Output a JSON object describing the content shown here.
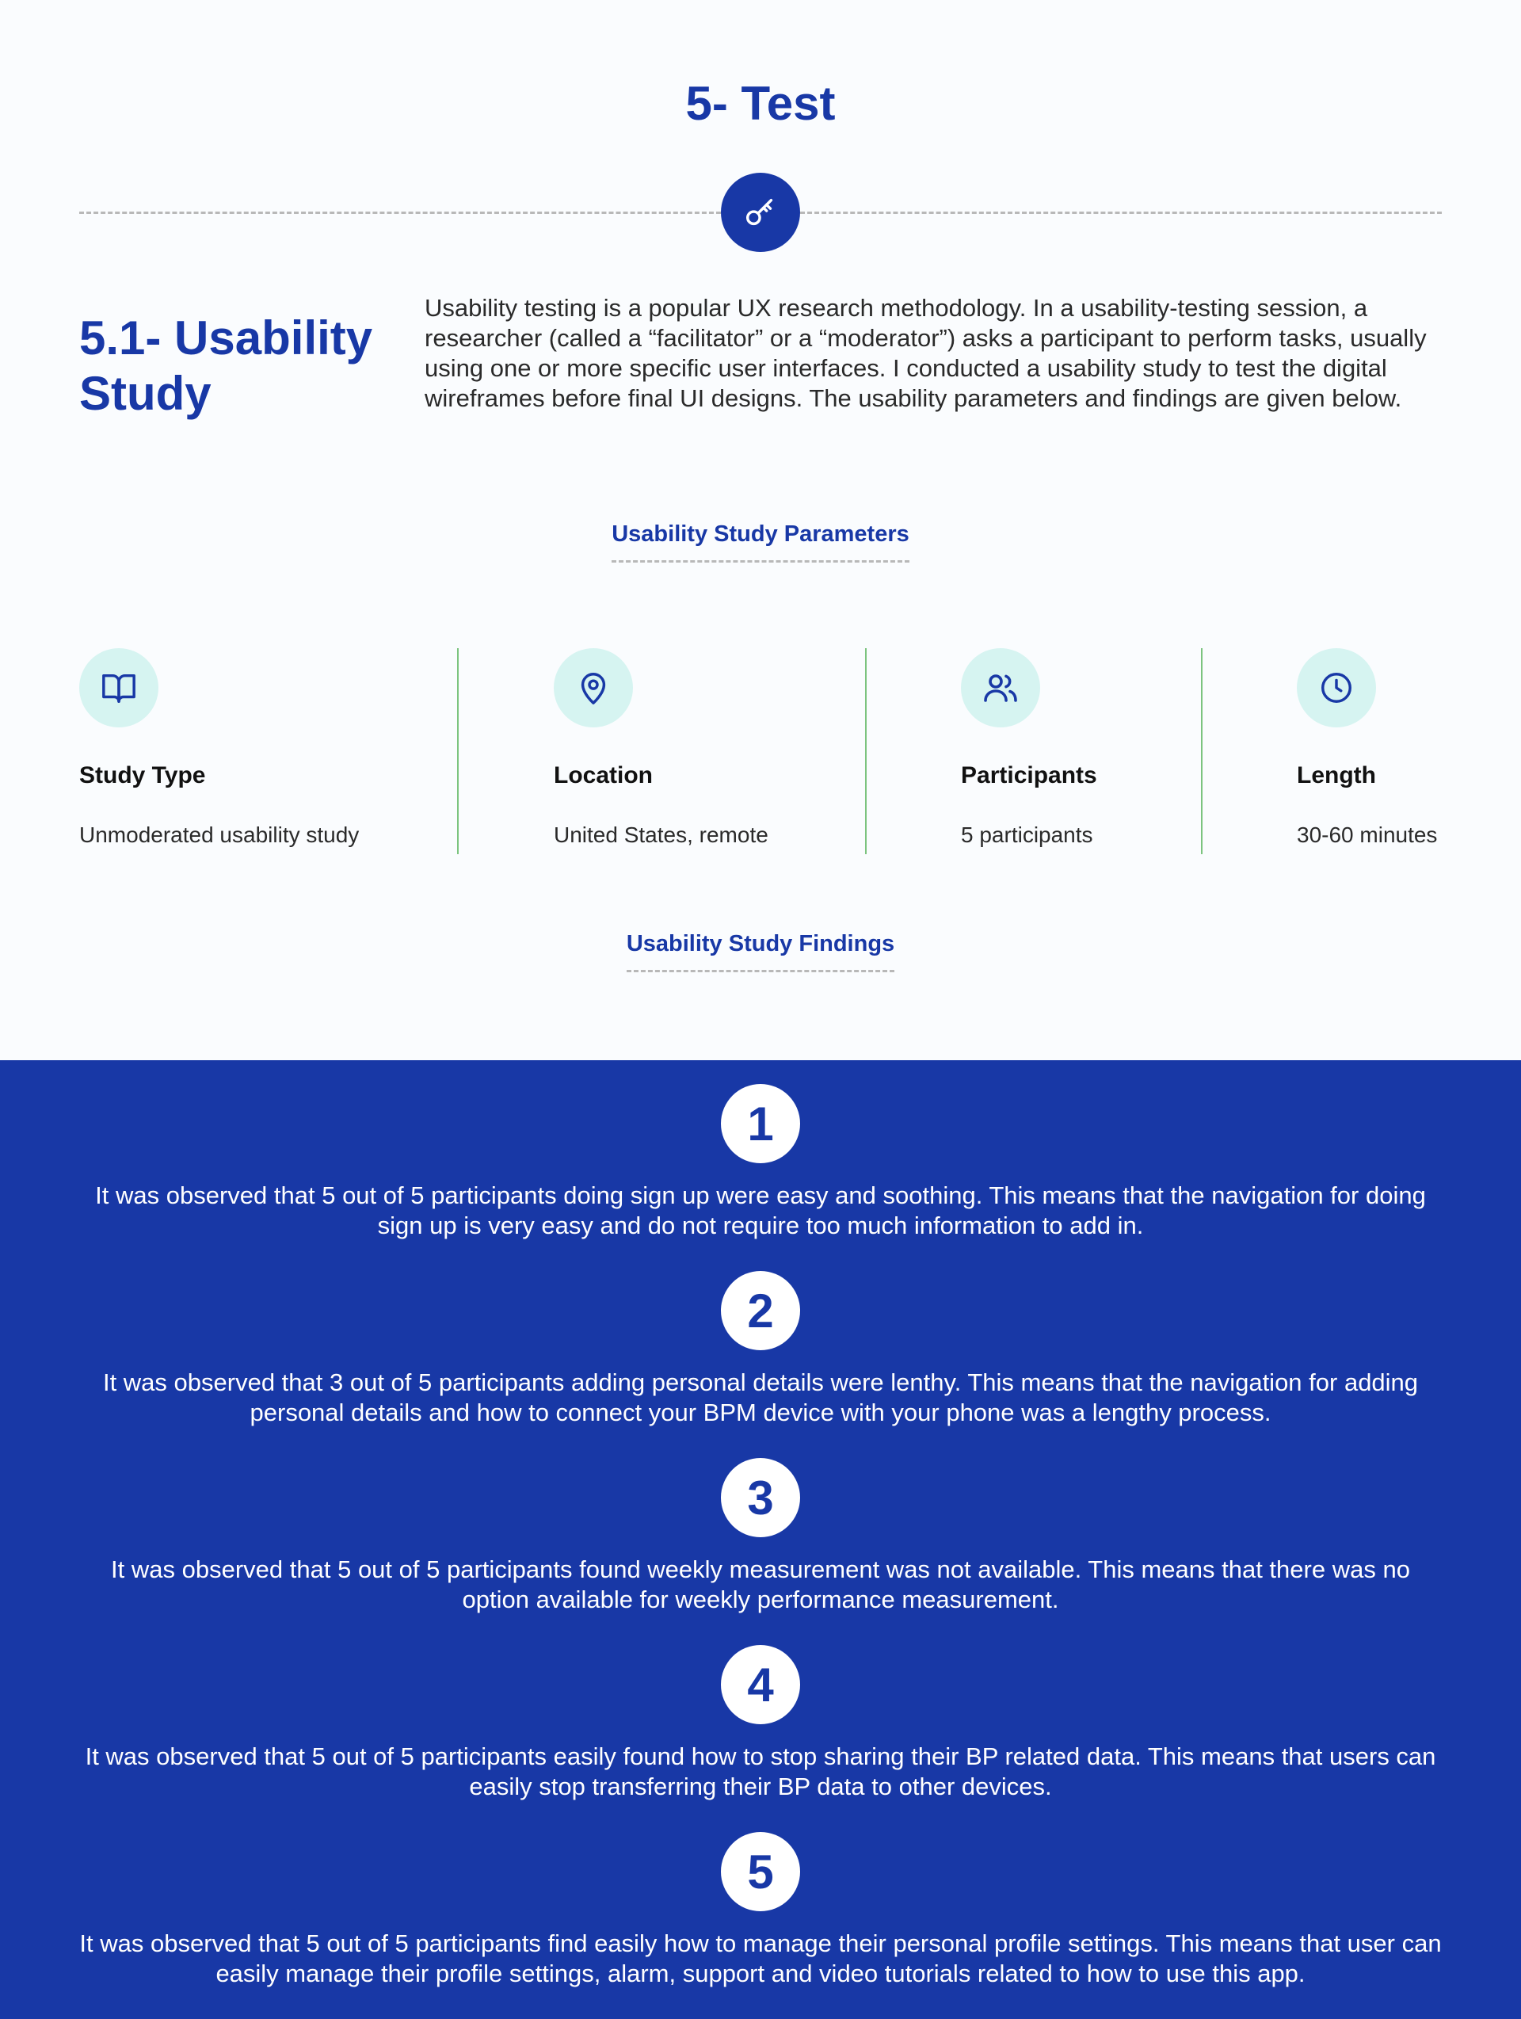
{
  "page": {
    "title": "5- Test",
    "divider_icon": "key-icon"
  },
  "section": {
    "title": "5.1- Usability Study",
    "body": "Usability testing is a popular UX research methodology. In a usability-testing session, a researcher (called a “facilitator” or a “moderator”) asks a participant to perform tasks, usually using one or more specific user interfaces. I conducted a usability study to test the digital wireframes before final UI designs. The usability parameters and findings are given below."
  },
  "parameters": {
    "heading": "Usability Study Parameters",
    "items": [
      {
        "icon": "book-icon",
        "label": "Study Type",
        "value": "Unmoderated usability study"
      },
      {
        "icon": "location-pin-icon",
        "label": "Location",
        "value": "United States, remote"
      },
      {
        "icon": "users-icon",
        "label": "Participants",
        "value": "5 participants"
      },
      {
        "icon": "clock-icon",
        "label": "Length",
        "value": "30-60 minutes"
      }
    ]
  },
  "findings": {
    "heading": "Usability Study Findings",
    "items": [
      {
        "number": "1",
        "text": "It was observed that 5 out of 5 participants doing sign up were easy and soothing. This means that the navigation for doing sign up is very easy and do not require too much information to add in."
      },
      {
        "number": "2",
        "text": "It was observed that 3 out of 5 participants adding personal details were lenthy. This means that the navigation for adding personal details and how to connect your BPM device with your phone was a lengthy process."
      },
      {
        "number": "3",
        "text": "It was observed that 5 out of 5 participants found weekly measurement was not available. This means that there was no option available for weekly performance measurement."
      },
      {
        "number": "4",
        "text": "It was observed that 5 out of 5 participants easily found how to stop sharing their BP related data. This means that users can easily stop transferring their BP data to other devices."
      },
      {
        "number": "5",
        "text": "It was observed that 5 out of 5 participants find easily how to manage their personal profile settings. This means that user can easily manage their profile settings, alarm, support and video tutorials related to how to use this app."
      }
    ]
  },
  "colors": {
    "brand_blue": "#1838a6",
    "icon_bubble": "#d6f4f1",
    "separator_green": "#7cc47f",
    "background": "#fafcfe"
  }
}
